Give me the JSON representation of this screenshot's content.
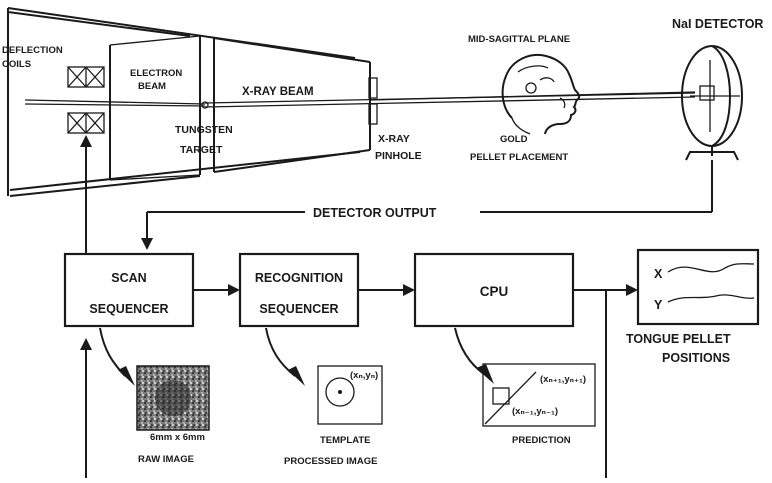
{
  "labels": {
    "deflection_coils": [
      "DEFLECTION",
      "COILS"
    ],
    "electron_beam": [
      "ELECTRON",
      "BEAM"
    ],
    "xray_beam": "X-RAY BEAM",
    "tungsten_target": [
      "TUNGSTEN",
      "TARGET"
    ],
    "xray_pinhole": [
      "X-RAY",
      "PINHOLE"
    ],
    "mid_sagittal_plane": "MID-SAGITTAL PLANE",
    "gold_pellet": [
      "GOLD",
      "PELLET PLACEMENT"
    ],
    "nai_detector": "NaI DETECTOR",
    "detector_output": "DETECTOR OUTPUT"
  },
  "boxes": {
    "scan": [
      "SCAN",
      "SEQUENCER"
    ],
    "recognition": [
      "RECOGNITION",
      "SEQUENCER"
    ],
    "cpu": "CPU",
    "plot_x": "X",
    "plot_y": "Y"
  },
  "outputs": {
    "tongue": [
      "TONGUE PELLET",
      "POSITIONS"
    ],
    "raw_size": "6mm x 6mm",
    "raw_image": "RAW IMAGE",
    "template": "TEMPLATE",
    "processed": "PROCESSED IMAGE",
    "template_coord": "(xₙ,yₙ)",
    "prediction": "PREDICTION",
    "pred_coord_top": "(xₙ₊₁,yₙ₊₁)",
    "pred_coord_bottom": "(xₙ₋₁,yₙ₋₁)"
  },
  "colors": {
    "ink": "#1a1a1a",
    "paper": "#ffffff",
    "raw_image_fill": "#6b6b6b"
  }
}
